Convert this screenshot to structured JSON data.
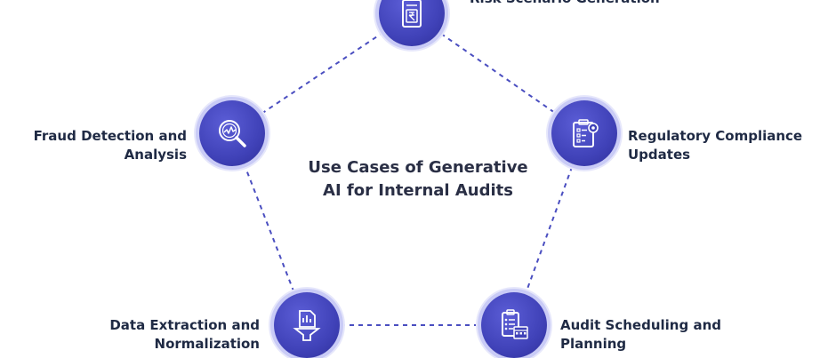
{
  "title": {
    "line1": "Use Cases of Generative",
    "line2": "AI for Internal Audits"
  },
  "nodes": [
    {
      "id": "risk",
      "icon": "document-rupee-icon",
      "lines": [
        "Risk Scenario Generation"
      ]
    },
    {
      "id": "regulatory",
      "icon": "clipboard-gear-icon",
      "lines": [
        "Regulatory Compliance",
        "Updates"
      ]
    },
    {
      "id": "audit",
      "icon": "calendar-checklist-icon",
      "lines": [
        "Audit Scheduling and",
        "Planning"
      ]
    },
    {
      "id": "data",
      "icon": "data-funnel-icon",
      "lines": [
        "Data Extraction and",
        "Normalization"
      ]
    },
    {
      "id": "fraud",
      "icon": "magnifier-chart-icon",
      "lines": [
        "Fraud Detection and",
        "Analysis"
      ]
    }
  ],
  "colors": {
    "node": "#4042b8",
    "edge": "#4a4ec0",
    "text": "#1f2a44"
  }
}
